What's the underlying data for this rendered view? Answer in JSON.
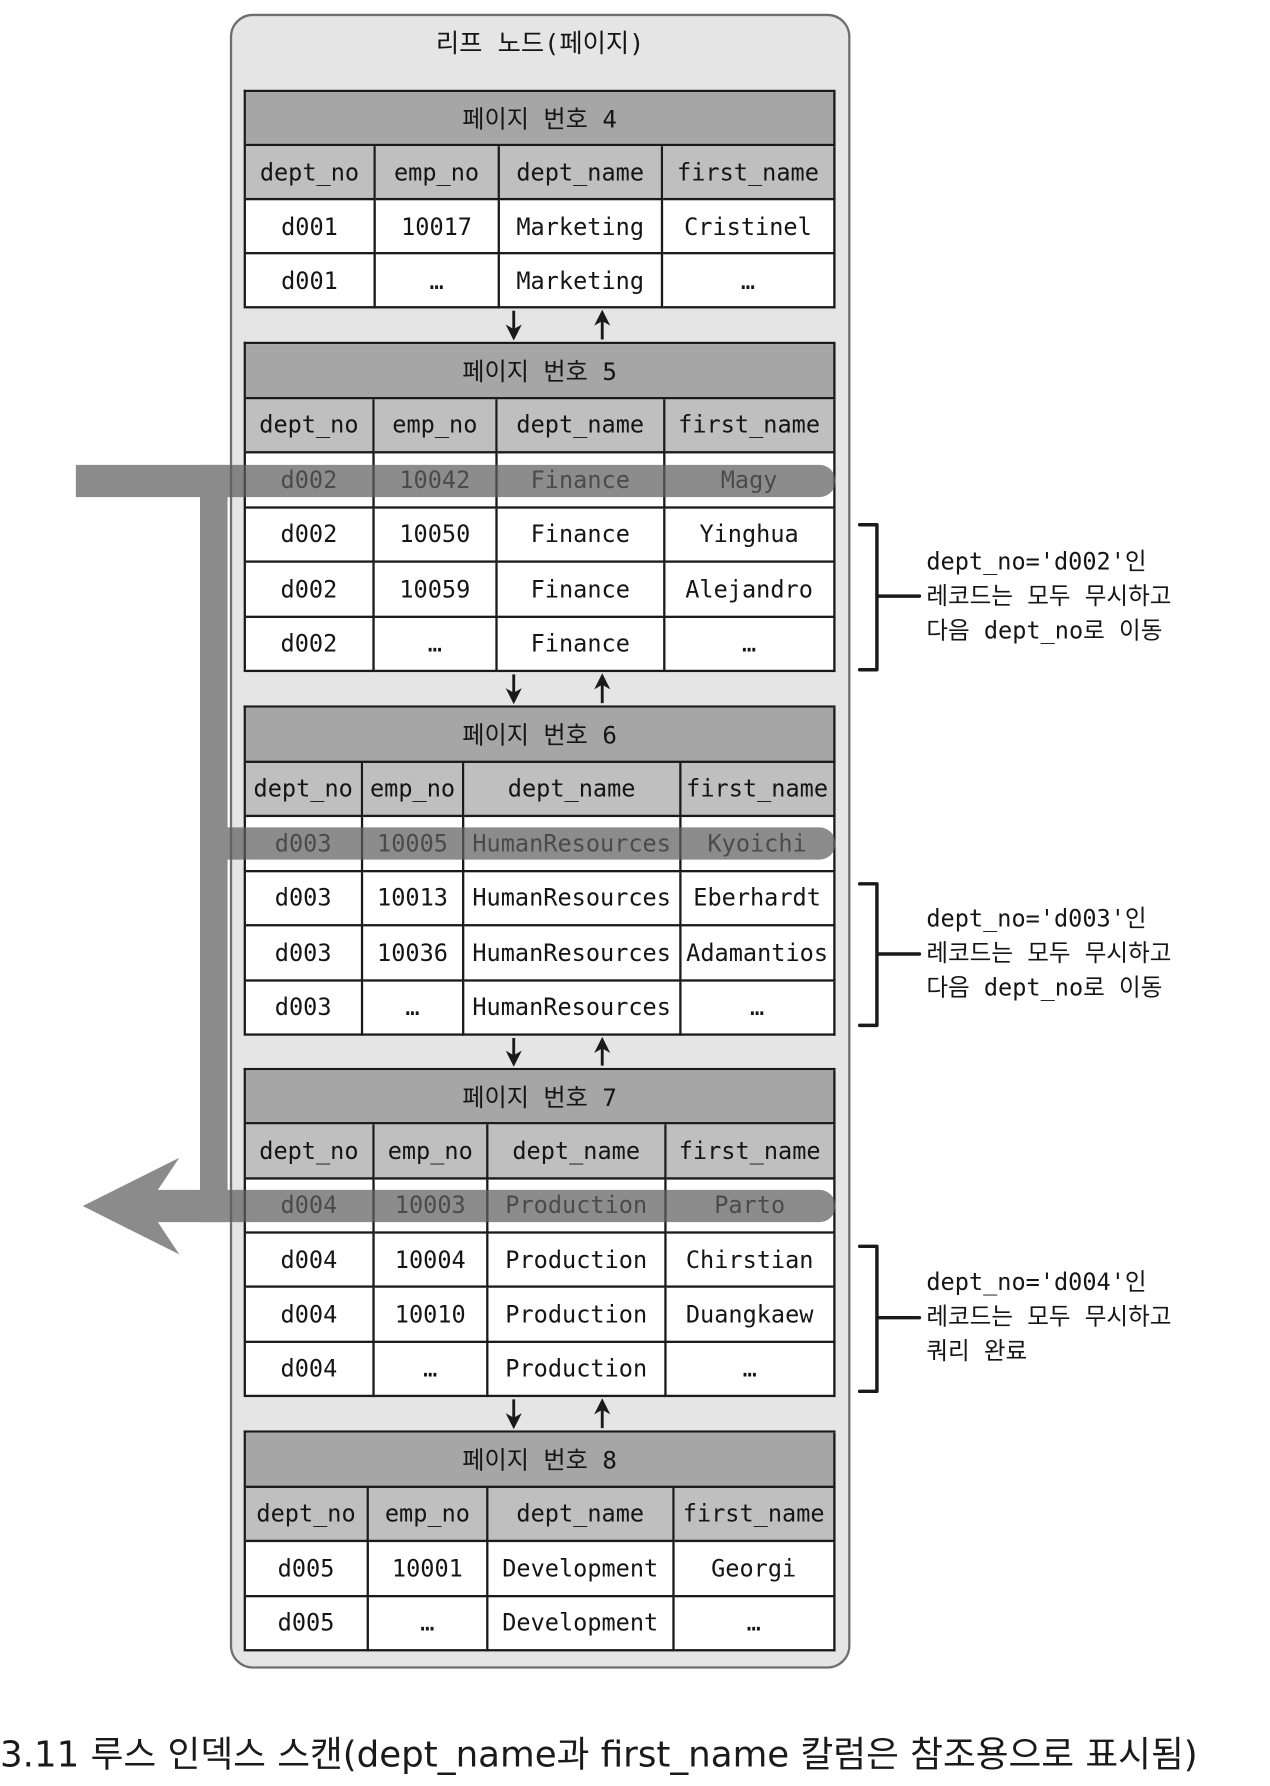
{
  "container": {
    "title": "리프 노드(페이지)"
  },
  "pages": [
    {
      "title": "페이지 번호 4",
      "columns": [
        "dept_no",
        "emp_no",
        "dept_name",
        "first_name"
      ],
      "rows": [
        [
          "d001",
          "10017",
          "Marketing",
          "Cristinel"
        ],
        [
          "d001",
          "…",
          "Marketing",
          "…"
        ]
      ]
    },
    {
      "title": "페이지 번호 5",
      "columns": [
        "dept_no",
        "emp_no",
        "dept_name",
        "first_name"
      ],
      "highlighted_row": 0,
      "rows": [
        [
          "d002",
          "10042",
          "Finance",
          "Magy"
        ],
        [
          "d002",
          "10050",
          "Finance",
          "Yinghua"
        ],
        [
          "d002",
          "10059",
          "Finance",
          "Alejandro"
        ],
        [
          "d002",
          "…",
          "Finance",
          "…"
        ]
      ]
    },
    {
      "title": "페이지 번호 6",
      "columns": [
        "dept_no",
        "emp_no",
        "dept_name",
        "first_name"
      ],
      "highlighted_row": 0,
      "rows": [
        [
          "d003",
          "10005",
          "HumanResources",
          "Kyoichi"
        ],
        [
          "d003",
          "10013",
          "HumanResources",
          "Eberhardt"
        ],
        [
          "d003",
          "10036",
          "HumanResources",
          "Adamantios"
        ],
        [
          "d003",
          "…",
          "HumanResources",
          "…"
        ]
      ]
    },
    {
      "title": "페이지 번호 7",
      "columns": [
        "dept_no",
        "emp_no",
        "dept_name",
        "first_name"
      ],
      "highlighted_row": 0,
      "rows": [
        [
          "d004",
          "10003",
          "Production",
          "Parto"
        ],
        [
          "d004",
          "10004",
          "Production",
          "Chirstian"
        ],
        [
          "d004",
          "10010",
          "Production",
          "Duangkaew"
        ],
        [
          "d004",
          "…",
          "Production",
          "…"
        ]
      ]
    },
    {
      "title": "페이지 번호 8",
      "columns": [
        "dept_no",
        "emp_no",
        "dept_name",
        "first_name"
      ],
      "rows": [
        [
          "d005",
          "10001",
          "Development",
          "Georgi"
        ],
        [
          "d005",
          "…",
          "Development",
          "…"
        ]
      ]
    }
  ],
  "annotations": [
    {
      "lines": [
        "dept_no='d002'인",
        "레코드는 모두 무시하고",
        "다음 dept_no로 이동"
      ]
    },
    {
      "lines": [
        "dept_no='d003'인",
        "레코드는 모두 무시하고",
        "다음 dept_no로 이동"
      ]
    },
    {
      "lines": [
        "dept_no='d004'인",
        "레코드는 모두 무시하고",
        "쿼리 완료"
      ]
    }
  ],
  "caption": "3.11 루스 인덱스 스캔(dept_name과 first_name 칼럼은 참조용으로 표시됨)",
  "colors": {
    "container_fill": "#e5e5e5",
    "container_border": "#6f6f6f",
    "page_title_row": "#a6a6a6",
    "column_header_row": "#bfbfbf",
    "scan_path": "#5f5f5f"
  }
}
